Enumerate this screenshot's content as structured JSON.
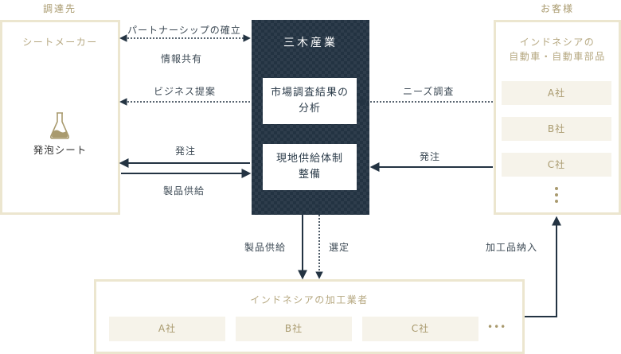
{
  "headings": {
    "supplier": "調達先",
    "customer": "お客様"
  },
  "supplier_box": {
    "title": "シートメーカー",
    "product": "発泡シート",
    "product_icon": "flask-icon"
  },
  "company": {
    "name": "三木産業",
    "roles": [
      {
        "line1": "市場調査結果の",
        "line2": "分析"
      },
      {
        "line1": "現地供給体制",
        "line2": "整備"
      }
    ]
  },
  "customer_box": {
    "title_line1": "インドネシアの",
    "title_line2": "自動車・自動車部品",
    "companies": [
      "A社",
      "B社",
      "C社"
    ]
  },
  "processor_box": {
    "title": "インドネシアの加工業者",
    "companies": [
      "A社",
      "B社",
      "C社"
    ],
    "more": "•••"
  },
  "flows": {
    "partnership": "パートナーシップの確立",
    "info_share": "情報共有",
    "business_proposal": "ビジネス提案",
    "needs_survey": "ニーズ調査",
    "order_to_supplier": "発注",
    "product_supply_from_supplier": "製品供給",
    "order_from_customer": "発注",
    "product_supply_to_processor": "製品供給",
    "selection": "選定",
    "processing_delivery": "加工品納入"
  },
  "colors": {
    "navy": "#233342",
    "gold": "#ece6cf",
    "gold_text": "#a99a6e"
  }
}
